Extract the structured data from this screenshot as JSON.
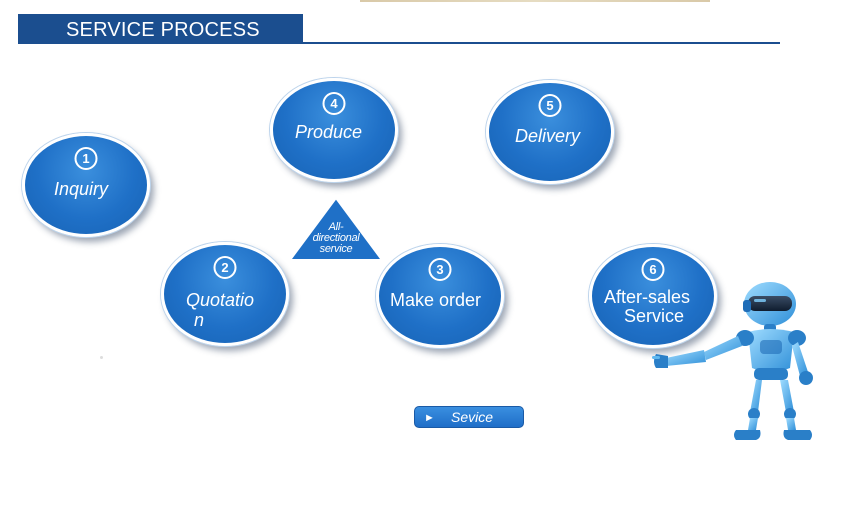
{
  "header": {
    "title": "SERVICE PROCESS"
  },
  "steps": [
    {
      "num": "1",
      "label": "Inquiry"
    },
    {
      "num": "2",
      "label_line1": "Quotatio",
      "label_line2": "n"
    },
    {
      "num": "3",
      "label": "Make order"
    },
    {
      "num": "4",
      "label": "Produce"
    },
    {
      "num": "5",
      "label": "Delivery"
    },
    {
      "num": "6",
      "label_line1": "After-sales",
      "label_line2": "Service"
    }
  ],
  "center": {
    "line1": "All-",
    "line2": "directional",
    "line3": "service"
  },
  "button": {
    "arrow": "►",
    "label": "Sevice"
  },
  "colors": {
    "header": "#1b4e8f",
    "circle": "#1f70c7",
    "robot": "#5fb8f0"
  },
  "icons": {
    "robot": "robot-mascot-icon",
    "arrow": "play-arrow-icon"
  }
}
